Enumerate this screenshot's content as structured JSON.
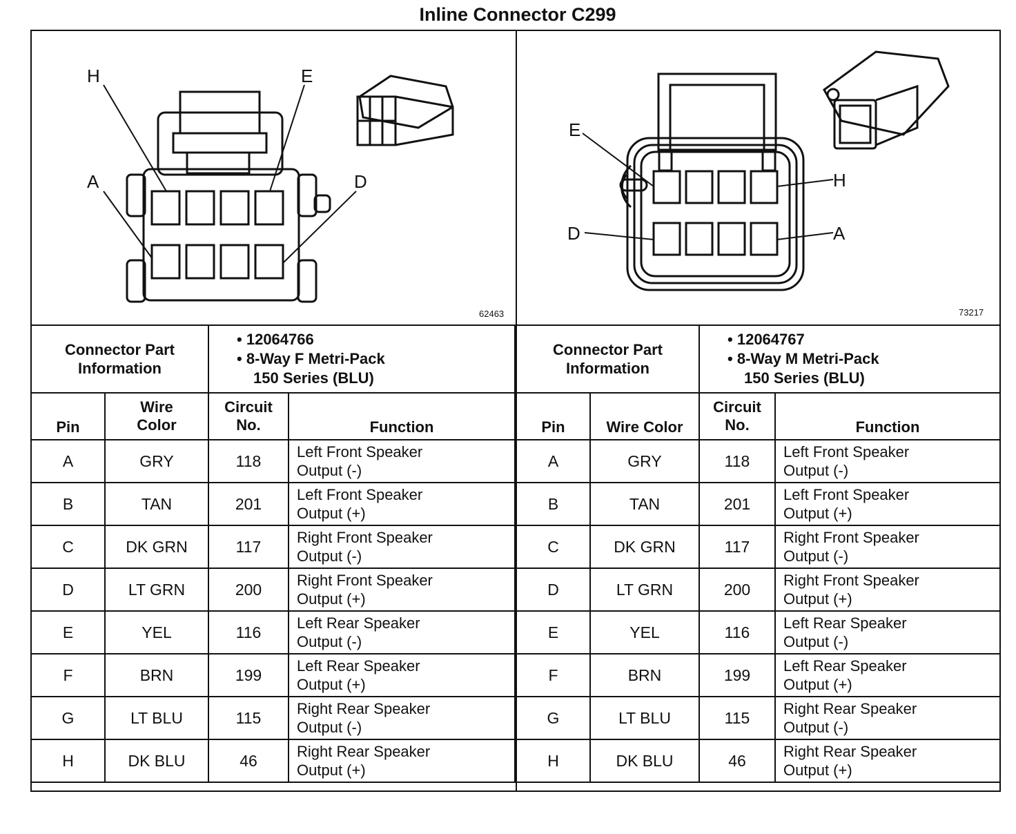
{
  "title": "Inline Connector C299",
  "left": {
    "ref": "62463",
    "pin_labels": {
      "h": "H",
      "e": "E",
      "a": "A",
      "d": "D"
    },
    "info_header_line1": "Connector Part",
    "info_header_line2": "Information",
    "part_number": "12064766",
    "part_desc_line1": "8-Way F Metri-Pack",
    "part_desc_line2": "150 Series (BLU)"
  },
  "right": {
    "ref": "73217",
    "pin_labels": {
      "e": "E",
      "h": "H",
      "d": "D",
      "a": "A"
    },
    "info_header_line1": "Connector Part",
    "info_header_line2": "Information",
    "part_number": "12064767",
    "part_desc_line1": "8-Way M Metri-Pack",
    "part_desc_line2": "150 Series (BLU)"
  },
  "headers_left": {
    "pin": "Pin",
    "wire_line1": "Wire",
    "wire_line2": "Color",
    "circuit_line1": "Circuit",
    "circuit_line2": "No.",
    "function": "Function"
  },
  "headers_right": {
    "pin": "Pin",
    "wire": "Wire Color",
    "circuit_line1": "Circuit",
    "circuit_line2": "No.",
    "function": "Function"
  },
  "rows": [
    {
      "pin": "A",
      "wire": "GRY",
      "circuit": "118",
      "fn1": "Left Front Speaker",
      "fn2": "Output (-)"
    },
    {
      "pin": "B",
      "wire": "TAN",
      "circuit": "201",
      "fn1": "Left Front Speaker",
      "fn2": "Output (+)"
    },
    {
      "pin": "C",
      "wire": "DK GRN",
      "circuit": "117",
      "fn1": "Right Front Speaker",
      "fn2": "Output (-)"
    },
    {
      "pin": "D",
      "wire": "LT GRN",
      "circuit": "200",
      "fn1": "Right Front Speaker",
      "fn2": "Output (+)"
    },
    {
      "pin": "E",
      "wire": "YEL",
      "circuit": "116",
      "fn1": "Left Rear Speaker",
      "fn2": "Output (-)"
    },
    {
      "pin": "F",
      "wire": "BRN",
      "circuit": "199",
      "fn1": "Left Rear Speaker",
      "fn2": "Output (+)"
    },
    {
      "pin": "G",
      "wire": "LT BLU",
      "circuit": "115",
      "fn1": "Right Rear Speaker",
      "fn2": "Output (-)"
    },
    {
      "pin": "H",
      "wire": "DK BLU",
      "circuit": "46",
      "fn1": "Right Rear Speaker",
      "fn2": "Output (+)"
    }
  ]
}
